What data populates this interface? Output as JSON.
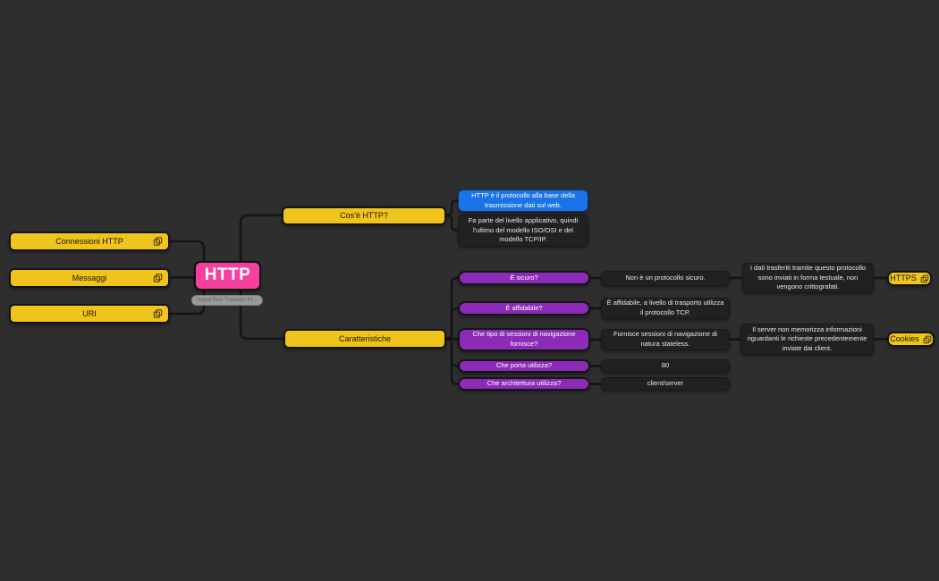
{
  "app": {
    "type": "mind-map",
    "background_color": "#2e2e2e",
    "connector_color": "#141414"
  },
  "colors": {
    "topic_yellow": "#eec41d",
    "root_pink": "#f5419d",
    "question_purple": "#8c2bb8",
    "highlight_blue": "#1a73e8",
    "note_dark": "#212121"
  },
  "root": {
    "label": "HTTP",
    "tag": "HyperText Transfer Pr..."
  },
  "left_nodes": [
    {
      "label": "Connessioni HTTP",
      "icon": "linked-copy-icon"
    },
    {
      "label": "Messaggi",
      "icon": "linked-copy-icon"
    },
    {
      "label": "URI",
      "icon": "linked-copy-icon"
    }
  ],
  "cose": {
    "question": "Cos'è HTTP?",
    "definition": "HTTP è il protocollo alla base della trasmissione dati sul web.",
    "detail": "Fa parte del livello applicativo, quindi l'ultimo del modello ISO/OSI e del modello TCP/IP."
  },
  "caratteristiche": {
    "label": "Caratteristiche",
    "rows": [
      {
        "question": "È sicuro?",
        "answer": "Non è un protocollo sicuro.",
        "detail": "I dati trasferiti tramite questo protocollo sono inviati in forma testuale, non vengono crittografati.",
        "link": "HTTPS"
      },
      {
        "question": "È affidabile?",
        "answer": "È affidabile, a livello di trasporto utilizza il protocollo TCP."
      },
      {
        "question": "Che tipo di sessioni di navigazione fornisce?",
        "answer": "Fornisce sessioni di navigazione di natura stateless.",
        "detail": "Il server non memorizza informazioni riguardanti le richieste precedentemente inviate dai client.",
        "link": "Cookies"
      },
      {
        "question": "Che porta utilizza?",
        "answer": "80"
      },
      {
        "question": "Che architettura utilizza?",
        "answer": "client/server"
      }
    ]
  }
}
